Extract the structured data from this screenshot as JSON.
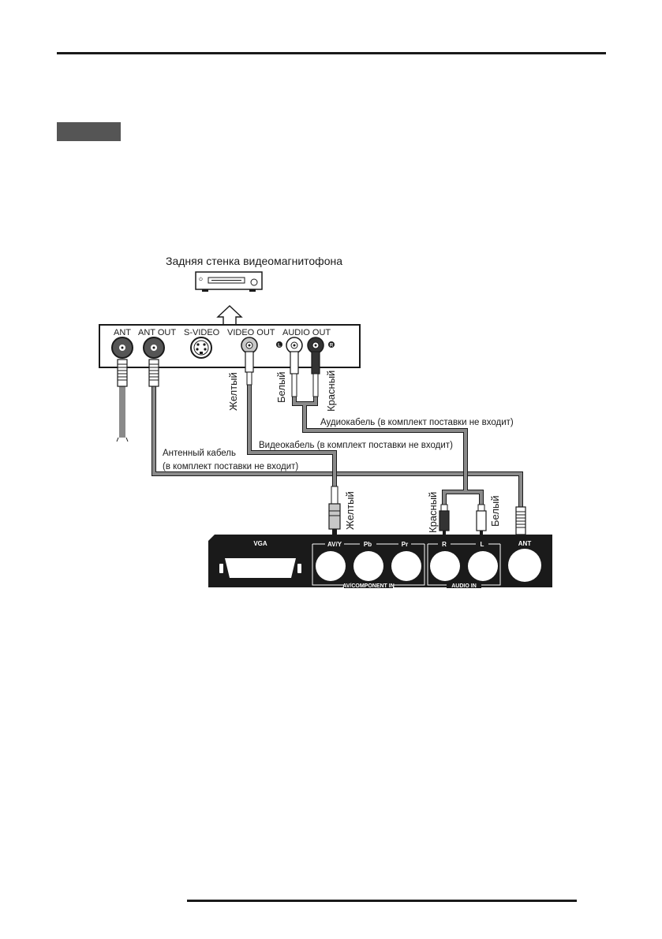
{
  "vcr": {
    "caption": "Задняя стенка видеомагнитофона",
    "ports": {
      "ant": "ANT",
      "ant_out": "ANT OUT",
      "s_video": "S-VIDEO",
      "video_out": "VIDEO OUT",
      "audio_out": "AUDIO OUT",
      "audio_left_mark": "L",
      "audio_right_mark": "R"
    }
  },
  "tv": {
    "ports": {
      "vga": "VGA",
      "av_y": "AV/Y",
      "pb": "Pb",
      "pr": "Pr",
      "audio_r": "R",
      "audio_l": "L",
      "ant": "ANT"
    },
    "groups": {
      "av_component": "AV/COMPONENT IN",
      "audio_in": "AUDIO IN"
    }
  },
  "cables": {
    "yellow_top": "Желтый",
    "white_top": "Белый",
    "red_top": "Красный",
    "yellow_bottom": "Желтый",
    "red_bottom": "Красный",
    "white_bottom": "Белый",
    "audio_cable": "Аудиокабель (в комплект поставки не входит)",
    "video_cable": "Видеокабель (в комплект поставки не входит)",
    "antenna_cable_line1": "Антенный кабель",
    "antenna_cable_line2": "(в комплект поставки не входит)"
  },
  "colors": {
    "cable": "#8a8a8a",
    "panel": "#1a1a1a",
    "jack_gray": "#c8c8c8",
    "tab": "#555555"
  }
}
